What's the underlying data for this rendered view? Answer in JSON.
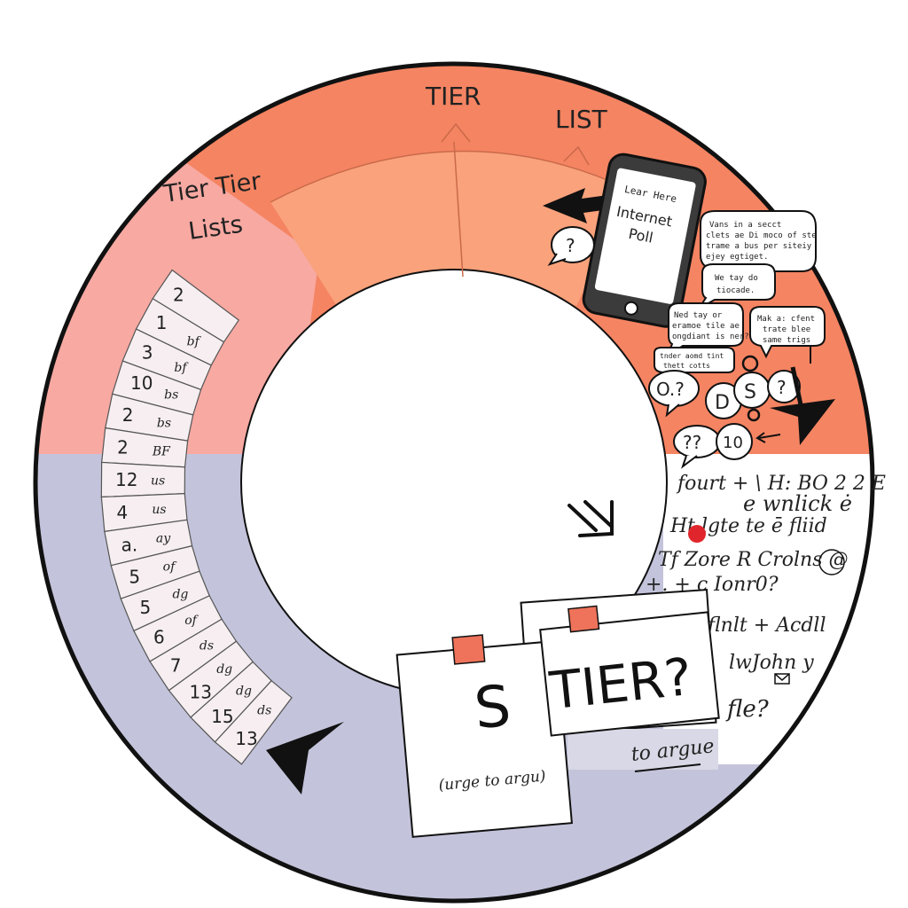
{
  "colors": {
    "outline": "#111111",
    "top_ring": "#f58462",
    "inner_arc": "#f9a27b",
    "pink_band": "#f7a9a2",
    "lavender": "#c3c4db",
    "panel_right": "#ffffff",
    "sticky_tab": "#ee735a",
    "red_dot": "#e0262c"
  },
  "header": {
    "word_left": "TIER",
    "word_right": "LIST"
  },
  "side_panel": {
    "title_line1": "Tier Tier",
    "title_line2": "Lists",
    "rows": [
      {
        "num": "2",
        "code": ""
      },
      {
        "num": "1",
        "code": "bf"
      },
      {
        "num": "3",
        "code": "bf"
      },
      {
        "num": "10",
        "code": "bs"
      },
      {
        "num": "2",
        "code": "bs"
      },
      {
        "num": "2",
        "code": "BF"
      },
      {
        "num": "12",
        "code": "us"
      },
      {
        "num": "4",
        "code": "us"
      },
      {
        "num": "a.",
        "code": "ay"
      },
      {
        "num": "5",
        "code": "of"
      },
      {
        "num": "5",
        "code": "dg"
      },
      {
        "num": "6",
        "code": "of"
      },
      {
        "num": "7",
        "code": "ds"
      },
      {
        "num": "13",
        "code": "dg"
      },
      {
        "num": "15",
        "code": "dg"
      },
      {
        "num": "13",
        "code": "ds"
      }
    ]
  },
  "phone": {
    "line1": "Lear Here",
    "line2": "Internet",
    "line3": "Poll"
  },
  "bubbles": {
    "q_left": "?",
    "big_top_l1": "Vans in a secct",
    "big_top_l2": "clets ae Di moco of ste",
    "big_top_l3": "trame a bus per siteiy",
    "big_top_l4": "ejey egtiget.",
    "small_mid_l1": "We tay do",
    "small_mid_l2": "tiocade.",
    "left_mid_l1": "Ned tay or",
    "left_mid_l2": "eramoe tile ae",
    "left_mid_l3": "ongdiant is ner?",
    "right_mid_l1": "Mak a: cfent",
    "right_mid_l2": "trate blee",
    "right_mid_l3": "same trigs",
    "tiny_l1": "tnder aomd tint",
    "tiny_l2": "thett cotts",
    "b_o": "O.?",
    "b_d": "D",
    "b_s": "S",
    "b_q": "?",
    "b_qq": "??",
    "b_10": "10"
  },
  "scribbles": [
    "fourt + \\ H: BO 2 2 E",
    "e wnlick  ė",
    "Ht lgte  te ē fliid",
    "Tf  Zore R Crolns @",
    "+. +  c  Ionr0?",
    "flnlt + Acdll",
    "lwJohn y",
    "fle?"
  ],
  "notes": {
    "letter_s": "S",
    "tier_q": "TIER?",
    "urge": "(urge to argu)",
    "to_argue": "to argue"
  }
}
